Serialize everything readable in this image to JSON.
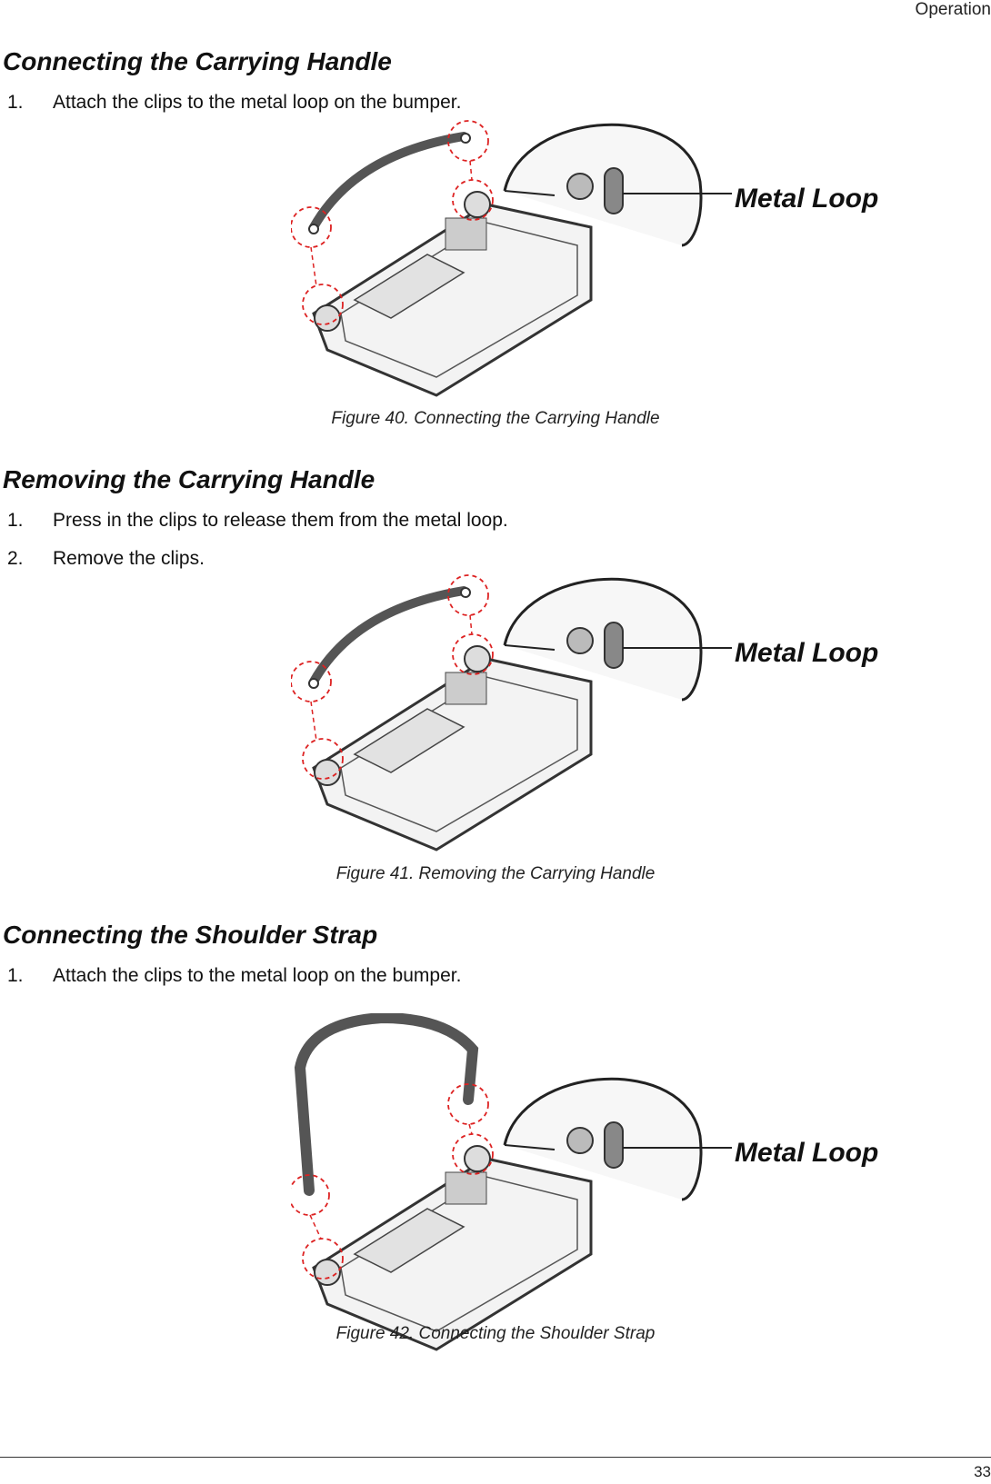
{
  "header": {
    "section": "Operation"
  },
  "sections": [
    {
      "title": "Connecting the Carrying Handle",
      "steps": [
        {
          "num": "1.",
          "text": "Attach the clips to the metal loop on the bumper."
        }
      ],
      "figure": {
        "callout": "Metal Loop",
        "caption": "Figure 40.  Connecting the Carrying Handle"
      }
    },
    {
      "title": "Removing the Carrying Handle",
      "steps": [
        {
          "num": "1.",
          "text": "Press in the clips to release them from the metal loop."
        },
        {
          "num": "2.",
          "text": "Remove the clips."
        }
      ],
      "figure": {
        "callout": "Metal Loop",
        "caption": "Figure 41.  Removing the Carrying Handle"
      }
    },
    {
      "title": "Connecting the Shoulder Strap",
      "steps": [
        {
          "num": "1.",
          "text": "Attach the clips to the metal loop on the bumper."
        }
      ],
      "figure": {
        "callout": "Metal Loop",
        "caption": "Figure 42.  Connecting the Shoulder Strap"
      }
    }
  ],
  "footer": {
    "page_number": "33"
  }
}
